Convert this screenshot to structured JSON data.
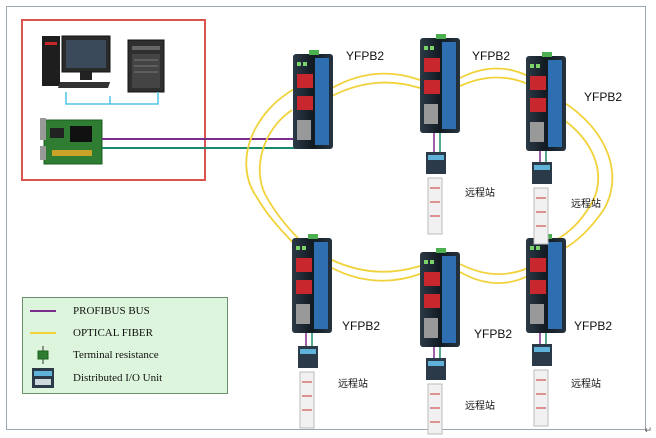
{
  "device_label": "YFPB2",
  "station_label": "远程站",
  "legend": {
    "profibus": "PROFIBUS BUS",
    "optical": "OPTICAL FIBER",
    "terminal": "Terminal resistance",
    "io_unit": "Distributed I/O Unit"
  },
  "colors": {
    "profibus": "#7b2d8c",
    "profibus_alt": "#1a8a6a",
    "fiber": "#f2d23a",
    "host_box": "#d9534f",
    "legend_bg": "#dcf5dc",
    "device_body": "#1e2a35",
    "device_blue": "#2d6fb0",
    "port_red": "#c8282d"
  },
  "return_mark": "↵"
}
